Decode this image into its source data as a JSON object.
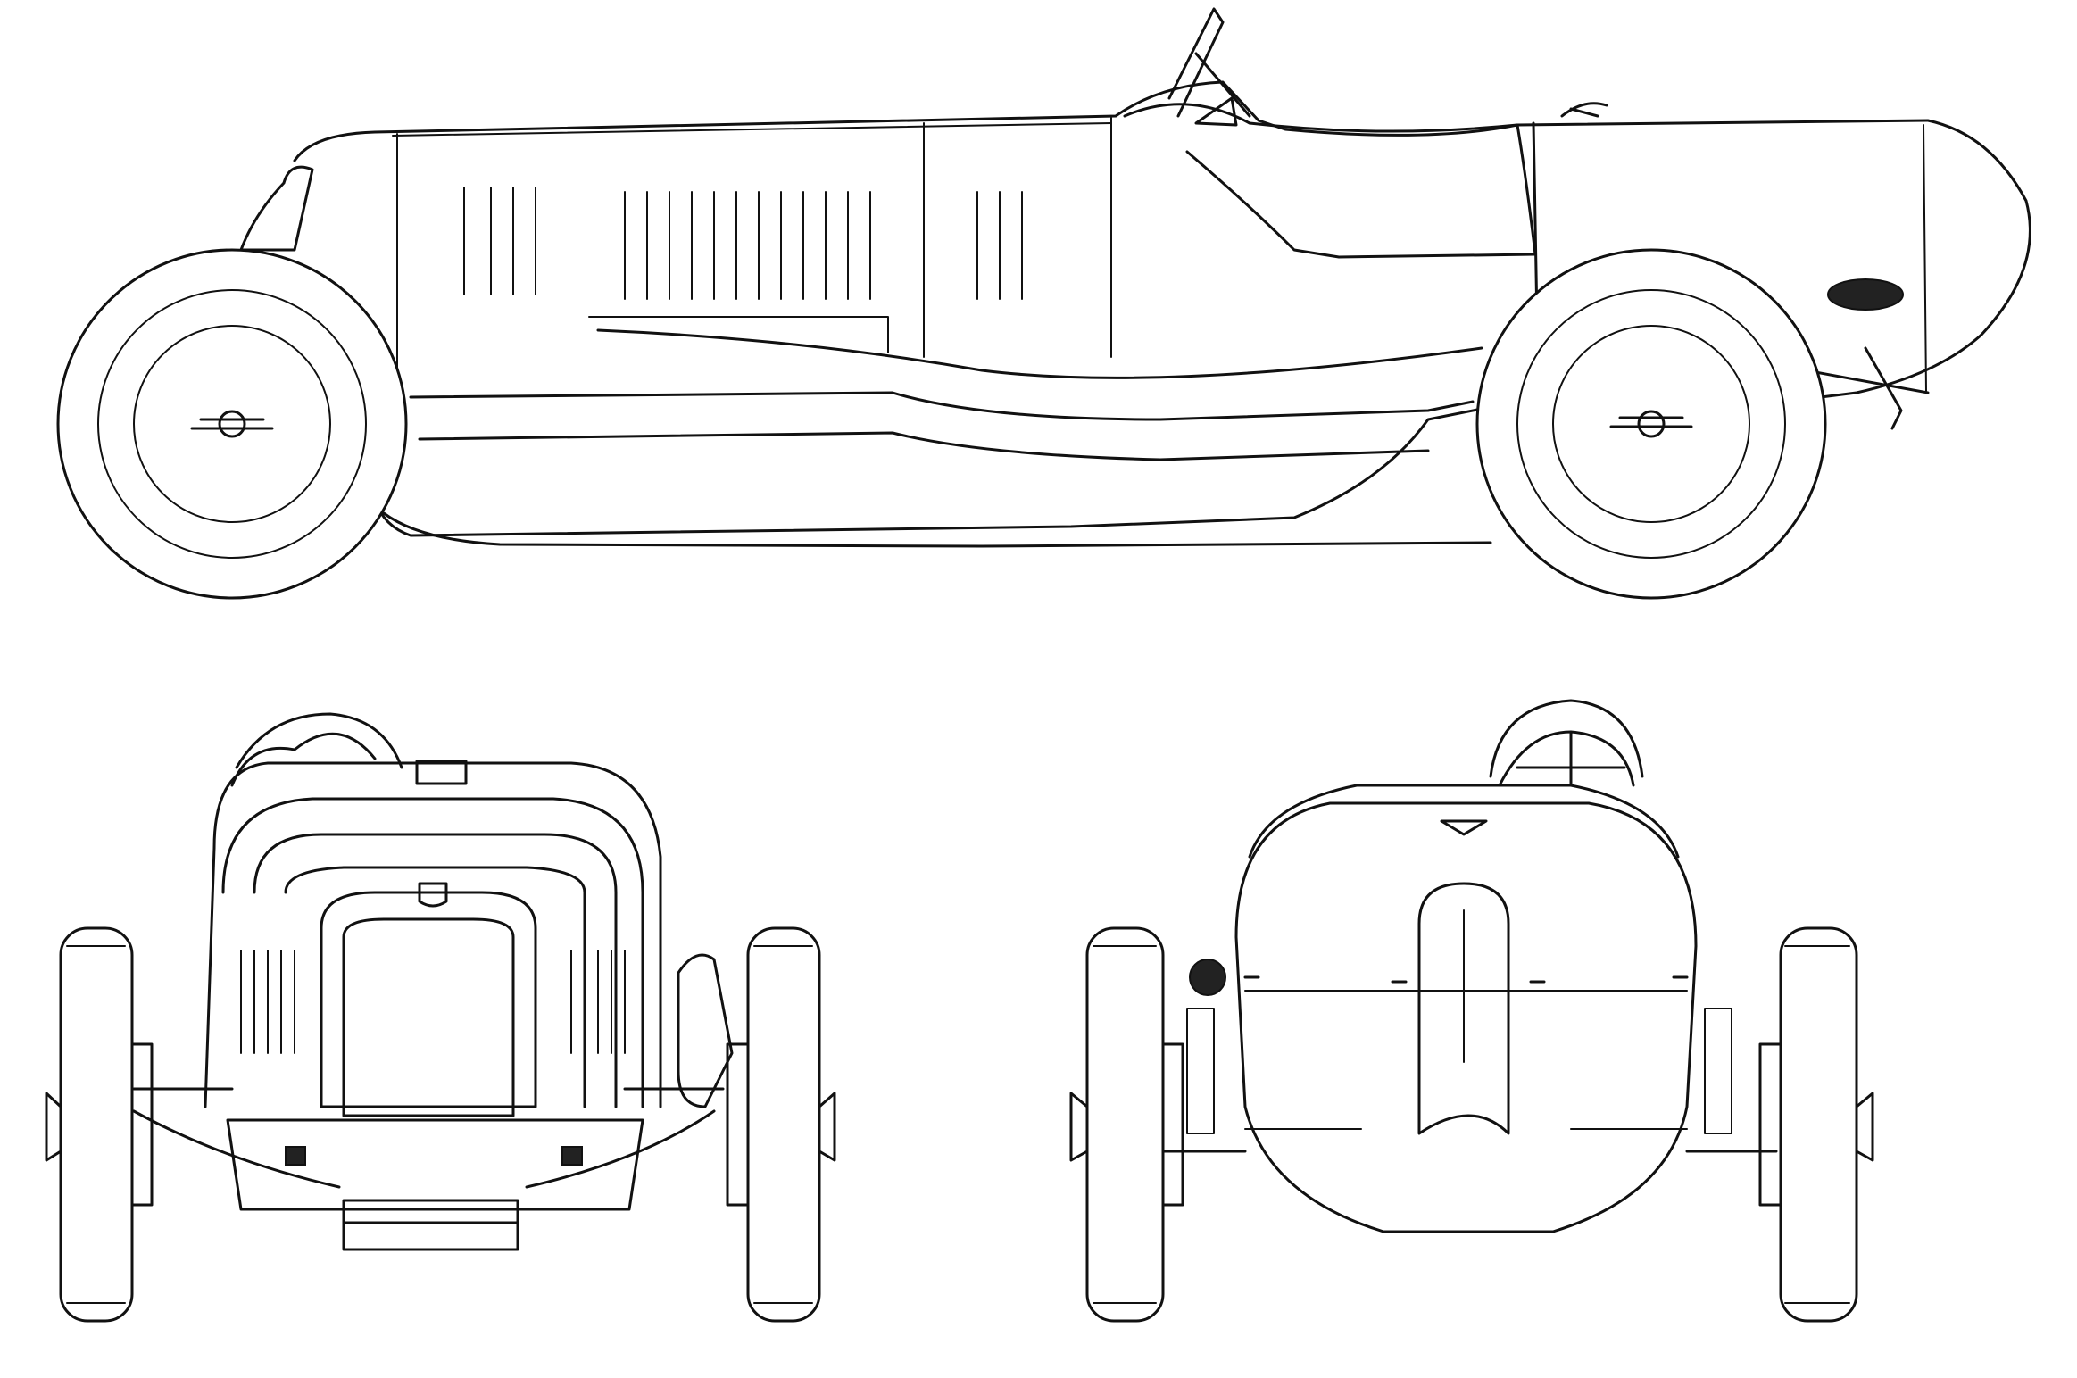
{
  "drawing": {
    "views": [
      {
        "key": "side",
        "label": ""
      },
      {
        "key": "front",
        "label": ""
      },
      {
        "key": "rear",
        "label": ""
      }
    ],
    "line_color": "#111111",
    "background": "#ffffff"
  }
}
